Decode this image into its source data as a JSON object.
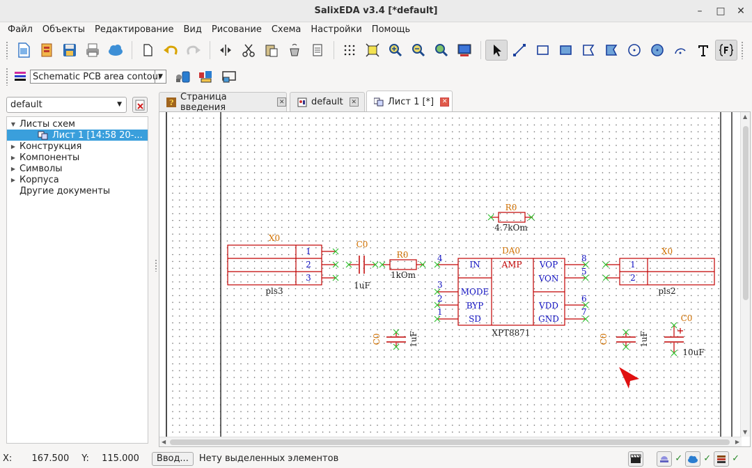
{
  "window": {
    "title": "SalixEDA v3.4 [*default]",
    "minimize": "–",
    "maximize": "□",
    "close": "✕"
  },
  "menu": [
    "Файл",
    "Объекты",
    "Редактирование",
    "Вид",
    "Рисование",
    "Схема",
    "Настройки",
    "Помощь"
  ],
  "toolbar2": {
    "layer_select": "Schematic PCB area contour"
  },
  "left_panel": {
    "project_combo": "default",
    "tree": [
      {
        "label": "Листы схем",
        "expanded": true
      },
      {
        "label": "Лист 1 [14:58 20-...",
        "child": true,
        "selected": true
      },
      {
        "label": "Конструкция",
        "expanded": false
      },
      {
        "label": "Компоненты",
        "expanded": false
      },
      {
        "label": "Символы",
        "expanded": false
      },
      {
        "label": "Корпуса",
        "expanded": false
      },
      {
        "label": "Другие документы",
        "leaf": true
      }
    ]
  },
  "tabs": [
    {
      "label": "Страница введения",
      "close": "✕"
    },
    {
      "label": "default",
      "close": "✕"
    },
    {
      "label": "Лист 1 [*]",
      "close": "✕",
      "active": true
    }
  ],
  "schematic": {
    "x0_left": {
      "ref": "X0",
      "name": "pls3",
      "pins": [
        "1",
        "2",
        "3"
      ]
    },
    "c0_series": {
      "ref": "C0",
      "value": "1uF"
    },
    "r0_series": {
      "ref": "R0",
      "value": "1kOm"
    },
    "r0_top": {
      "ref": "R0",
      "value": "4.7kOm"
    },
    "da0": {
      "ref": "DA0",
      "name": "XPT8871",
      "center": "AMP",
      "left_pins": [
        {
          "num": "4",
          "label": "IN"
        },
        {
          "num": "3",
          "label": "MODE"
        },
        {
          "num": "2",
          "label": "BYP"
        },
        {
          "num": "1",
          "label": "SD"
        }
      ],
      "right_pins": [
        {
          "num": "8",
          "label": "VOP"
        },
        {
          "num": "5",
          "label": "VON"
        },
        {
          "num": "6",
          "label": "VDD"
        },
        {
          "num": "7",
          "label": "GND"
        }
      ]
    },
    "x0_right": {
      "ref": "X0",
      "name": "pls2",
      "pins": [
        "1",
        "2"
      ]
    },
    "c0_a": {
      "ref": "C0",
      "value": "1uF"
    },
    "c0_b": {
      "ref": "C0",
      "value": "1uF"
    },
    "c0_elec": {
      "ref": "C0",
      "value": "10uF"
    },
    "colors": {
      "wire": "#c00000",
      "pin_num": "#1010c0",
      "ref": "#d07000",
      "text": "#202020",
      "marker": "#30c030"
    }
  },
  "status": {
    "x_label": "X:",
    "x_value": "167.500",
    "y_label": "Y:",
    "y_value": "115.000",
    "input_button": "Ввод...",
    "message": "Нету выделенных элементов",
    "checks": [
      "✓",
      "✓",
      "✓",
      "✓"
    ]
  }
}
